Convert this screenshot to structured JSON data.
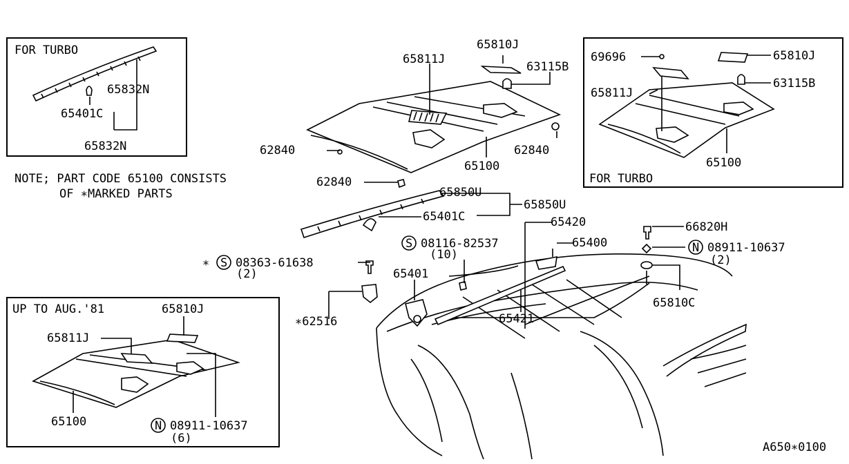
{
  "boxes": {
    "turbo_rail": {
      "label": "FOR TURBO"
    },
    "turbo_roof": {
      "label": "FOR TURBO"
    },
    "aug81": {
      "label": "UP TO AUG.'81"
    }
  },
  "note": {
    "line1": "NOTE; PART CODE 65100 CONSISTS",
    "line2": "OF ∗MARKED PARTS"
  },
  "callouts": {
    "turbo_65832n_a": "65832N",
    "turbo_65401c": "65401C",
    "turbo_65832n_b": "65832N",
    "main_65811j": "65811J",
    "main_65810j": "65810J",
    "main_63115b": "63115B",
    "main_62840_a": "62840",
    "main_62840_b": "62840",
    "main_62840_c": "62840",
    "main_65100": "65100",
    "tr_69696": "69696",
    "tr_65810j": "65810J",
    "tr_65811j": "65811J",
    "tr_63115b": "63115B",
    "tr_65100": "65100",
    "main_65850u_a": "65850U",
    "main_65850u_b": "65850U",
    "main_65401c": "65401C",
    "main_65420": "65420",
    "main_66820h": "66820H",
    "main_65400": "65400",
    "main_08911": "08911-10637",
    "main_08911_qty": "(2)",
    "main_08116": "08116-82537",
    "main_08116_qty": "(10)",
    "main_08363": "08363-61638",
    "main_08363_star": "∗",
    "main_08363_qty": "(2)",
    "main_65401": "65401",
    "main_62516": "∗62516",
    "main_65421": "65421",
    "main_65810c": "65810C",
    "aug_65810j": "65810J",
    "aug_65811j": "65811J",
    "aug_65100": "65100",
    "aug_08911": "08911-10637",
    "aug_08911_qty": "(6)",
    "ref_code": "A650∗0100"
  },
  "circled_prefixes": {
    "s": "S",
    "n": "N"
  }
}
